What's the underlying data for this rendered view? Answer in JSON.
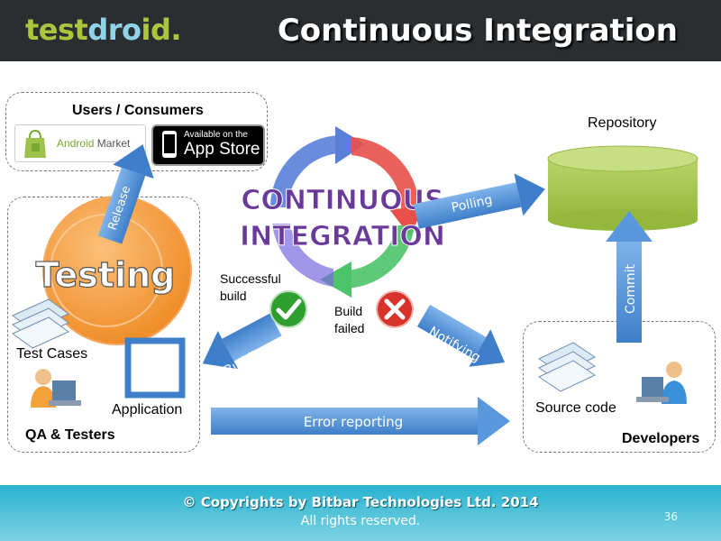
{
  "header": {
    "logo": {
      "part1": "test",
      "part2": "dro",
      "part3": "id."
    },
    "title": "Continuous Integration",
    "background": "#2b2e31"
  },
  "diagram": {
    "center": {
      "line1": "CONTINUOUS",
      "line2": "INTEGRATION"
    },
    "users_box": {
      "title": "Users / Consumers",
      "android_market": {
        "word1": "Android",
        "word2": "Market"
      },
      "app_store": {
        "line1": "Available on the",
        "line2": "App Store"
      }
    },
    "repository": "Repository",
    "qa_box": {
      "testing": "Testing",
      "test_cases": "Test Cases",
      "application": "Application",
      "label": "QA & Testers"
    },
    "dev_box": {
      "source_code": "Source code",
      "label": "Developers"
    },
    "arrows": {
      "release": "Release",
      "polling": "Polling",
      "commit": "Commit",
      "building": "Building",
      "notifying": "Notifying",
      "error_reporting": "Error reporting"
    },
    "status": {
      "success": {
        "line1": "Successful",
        "line2": "build"
      },
      "failed": {
        "line1": "Build",
        "line2": "failed"
      }
    },
    "colors": {
      "arrow_blue": "#4f8fd6",
      "testing_orange": "#f59a3a",
      "repo_green": "#a3c548",
      "success_green": "#2e9e2e",
      "fail_red": "#d7332a",
      "ci_purple": "#6a3a9a"
    }
  },
  "footer": {
    "copyright": "© Copyrights by Bitbar Technologies Ltd. 2014",
    "rights": "All rights reserved.",
    "page_number": "36"
  }
}
